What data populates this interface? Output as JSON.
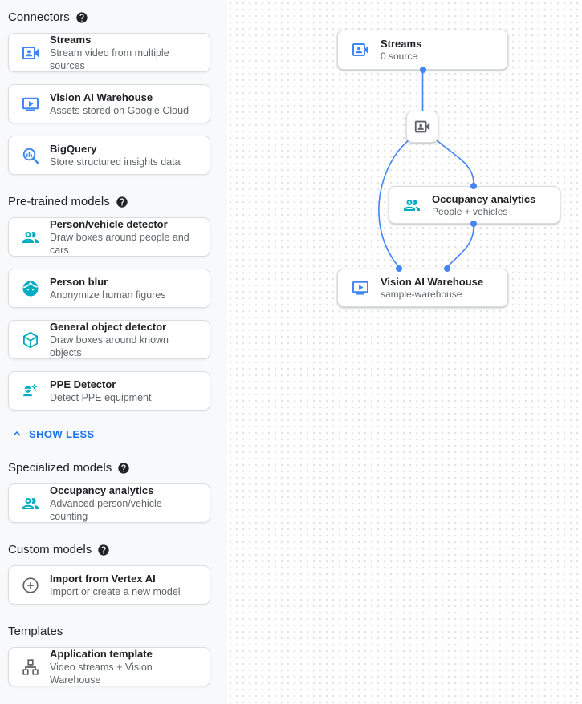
{
  "colors": {
    "blue": "#4285f4",
    "teal": "#00acc1",
    "gray": "#5f6368",
    "link": "#1a73e8",
    "text": "#202124",
    "subtext": "#5f6368",
    "border": "#dadce0"
  },
  "sidebar": {
    "show_less_label": "SHOW LESS",
    "sections": {
      "connectors": {
        "title": "Connectors",
        "has_help": true,
        "items": {
          "streams": {
            "icon": "video-camera-icon",
            "title": "Streams",
            "subtitle": "Stream video from multiple sources"
          },
          "warehouse": {
            "icon": "monitor-play-icon",
            "title": "Vision AI Warehouse",
            "subtitle": "Assets stored on Google Cloud"
          },
          "bigquery": {
            "icon": "bigquery-search-icon",
            "title": "BigQuery",
            "subtitle": "Store structured insights data"
          }
        }
      },
      "pretrained": {
        "title": "Pre-trained models",
        "has_help": true,
        "items": {
          "person_vehicle": {
            "icon": "people-icon",
            "title": "Person/vehicle detector",
            "subtitle": "Draw boxes around people and cars"
          },
          "person_blur": {
            "icon": "face-icon",
            "title": "Person blur",
            "subtitle": "Anonymize human figures"
          },
          "object_detector": {
            "icon": "cube-icon",
            "title": "General object detector",
            "subtitle": "Draw boxes around known objects"
          },
          "ppe": {
            "icon": "ppe-worker-icon",
            "title": "PPE Detector",
            "subtitle": "Detect PPE equipment"
          }
        }
      },
      "specialized": {
        "title": "Specialized models",
        "has_help": true,
        "items": {
          "occupancy": {
            "icon": "people-icon",
            "title": "Occupancy analytics",
            "subtitle": "Advanced person/vehicle counting"
          }
        }
      },
      "custom": {
        "title": "Custom models",
        "has_help": true,
        "items": {
          "vertex": {
            "icon": "plus-circle-icon",
            "title": "Import from Vertex AI",
            "subtitle": "Import or create a new model"
          }
        }
      },
      "templates": {
        "title": "Templates",
        "has_help": false,
        "items": {
          "app_template": {
            "icon": "tree-icon",
            "title": "Application template",
            "subtitle": "Video streams + Vision Warehouse"
          }
        }
      }
    }
  },
  "canvas": {
    "nodes": {
      "streams": {
        "icon": "video-camera-icon",
        "title": "Streams",
        "subtitle": "0 source"
      },
      "camera": {
        "icon": "video-camera-icon"
      },
      "occupancy": {
        "icon": "people-icon",
        "title": "Occupancy analytics",
        "subtitle": "People + vehicles"
      },
      "warehouse": {
        "icon": "monitor-play-icon",
        "title": "Vision AI Warehouse",
        "subtitle": "sample-warehouse"
      }
    }
  }
}
